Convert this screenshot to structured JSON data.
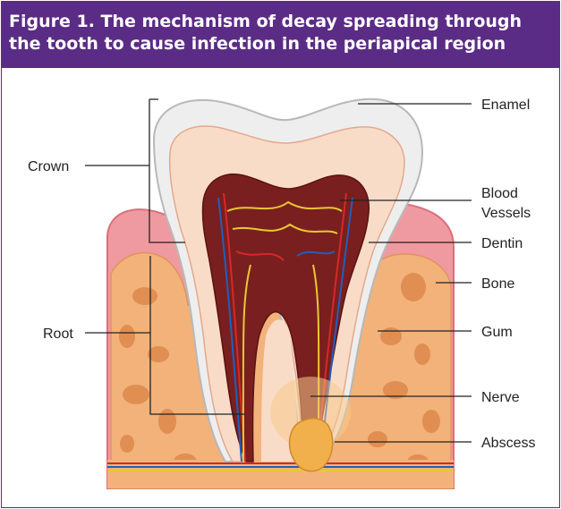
{
  "figure": {
    "title_line1": "Figure 1. The mechanism of decay spreading through",
    "title_line2": "the tooth to cause infection in the periapical region",
    "header_color": "#5b2c86"
  },
  "labels": {
    "crown": "Crown",
    "root": "Root",
    "enamel": "Enamel",
    "blood_vessels_line1": "Blood",
    "blood_vessels_line2": "Vessels",
    "dentin": "Dentin",
    "bone": "Bone",
    "gum": "Gum",
    "nerve": "Nerve",
    "abscess": "Abscess"
  },
  "colors": {
    "enamel": "#eeeeee",
    "dentin": "#f9dcc8",
    "pulp": "#7a1f1f",
    "gum": "#ef9aa0",
    "bone": "#f2b27a",
    "abscess": "#f2b04c",
    "artery": "#d62828",
    "vein": "#1f5fbf",
    "nerve": "#e8c832"
  }
}
